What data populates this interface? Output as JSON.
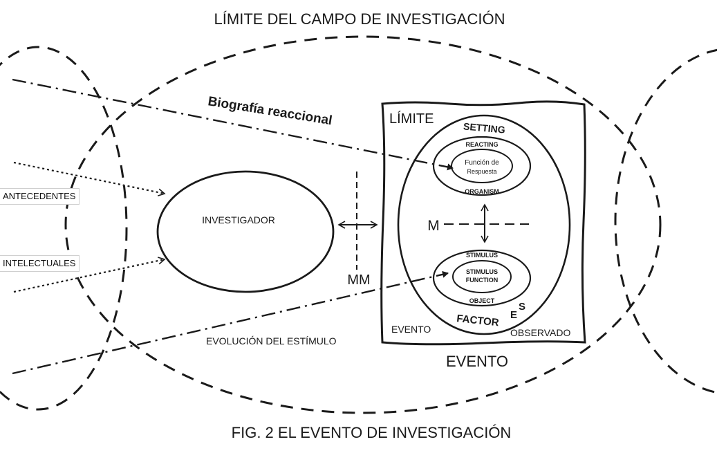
{
  "title_top": "LÍMITE DEL CAMPO DE INVESTIGACIÓN",
  "caption": "FIG. 2 EL EVENTO DE INVESTIGACIÓN",
  "labels": {
    "biografia": "Biografía reaccional",
    "investigador": "INVESTIGADOR",
    "antecedentes": "ANTECEDENTES",
    "intelectuales": "INTELECTUALES",
    "evolucion": "EVOLUCIÓN DEL ESTÍMULO",
    "limite": "LÍMITE",
    "setting": "SETTING",
    "reacting": "REACTING",
    "funcion_line1": "Función de",
    "funcion_line2": "Respuesta",
    "organism": "ORGANISM",
    "m": "M",
    "mm": "MM",
    "stimulus": "STIMULUS",
    "stimulus_function_line1": "STIMULUS",
    "stimulus_function_line2": "FUNCTION",
    "object": "OBJECT",
    "factores": "FACTOR",
    "factores_e": "E",
    "factores_s": "S",
    "evento_small": "EVENTO",
    "observado": "OBSERVADO",
    "evento_big": "EVENTO"
  },
  "colors": {
    "ink": "#1a1a1a",
    "background": "#ffffff"
  }
}
